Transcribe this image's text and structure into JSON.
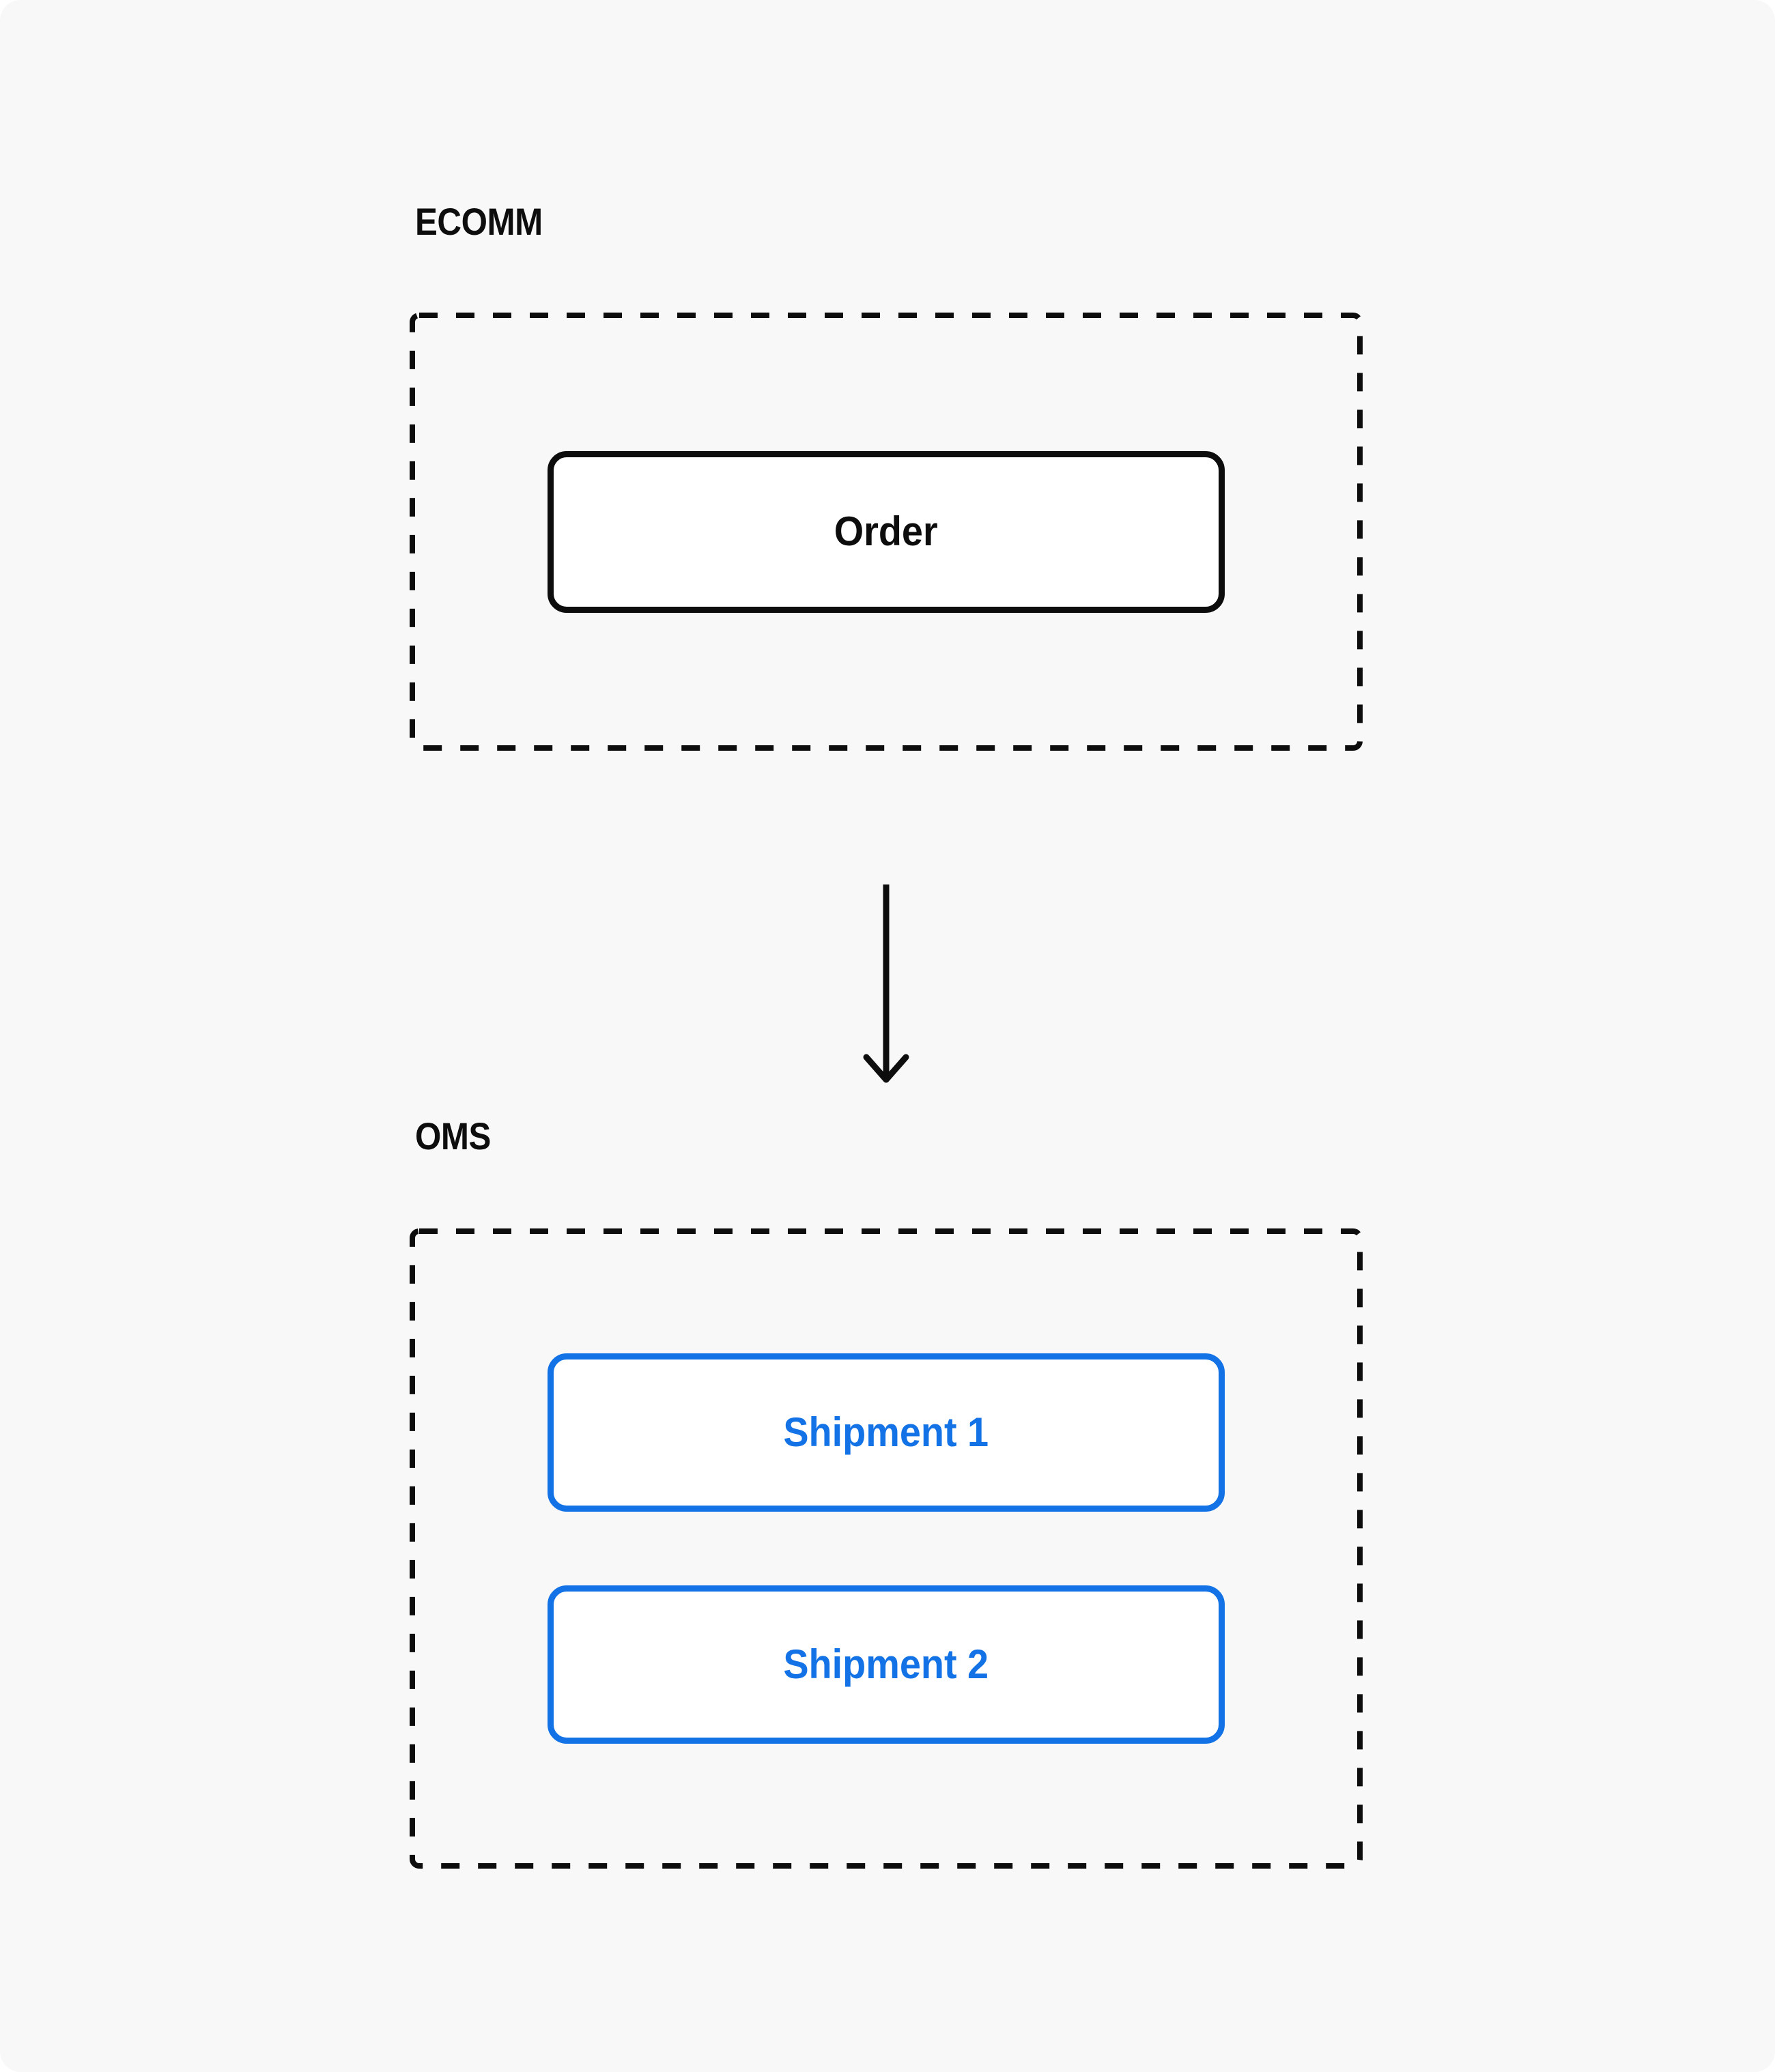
{
  "colors": {
    "page_bg": "#FFFFFF",
    "canvas_bg": "#F8F8F8",
    "ink": "#0D0D0D",
    "accent": "#1272E6",
    "node_bg": "#FFFFFF"
  },
  "diagram": {
    "groups": [
      {
        "label": "ECOMM",
        "nodes": [
          {
            "label": "Order"
          }
        ]
      },
      {
        "label": "OMS",
        "nodes": [
          {
            "label": "Shipment 1"
          },
          {
            "label": "Shipment 2"
          }
        ]
      }
    ],
    "connector": {
      "direction": "down"
    }
  }
}
